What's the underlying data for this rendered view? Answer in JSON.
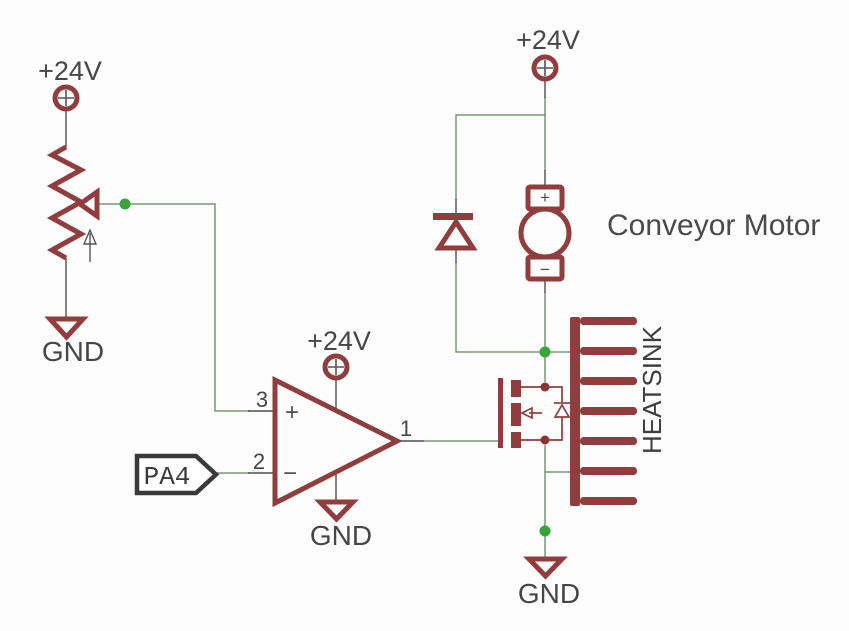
{
  "colors": {
    "symbol": "#913d3d",
    "wire": "#769976",
    "junction": "#3aa33a",
    "stub": "#4f4f4f",
    "text": "#464646",
    "pin_dot": "#8a3232",
    "flag": "#3a3a3a",
    "sign": "#4f4f4f",
    "bg": "#fdfdfd"
  },
  "power": {
    "pot_supply": "+24V",
    "opamp_supply": "+24V",
    "motor_supply": "+24V",
    "pot_gnd": "GND",
    "opamp_gnd": "GND",
    "motor_gnd": "GND"
  },
  "opamp": {
    "pin_noninverting": "3",
    "pin_inverting": "2",
    "pin_output": "1",
    "plus": "+",
    "minus": "−"
  },
  "net_flag": {
    "label": "PA4"
  },
  "motor": {
    "name": "Conveyor Motor",
    "plus": "+",
    "minus": "−"
  },
  "heatsink": {
    "label": "HEATSINK"
  }
}
